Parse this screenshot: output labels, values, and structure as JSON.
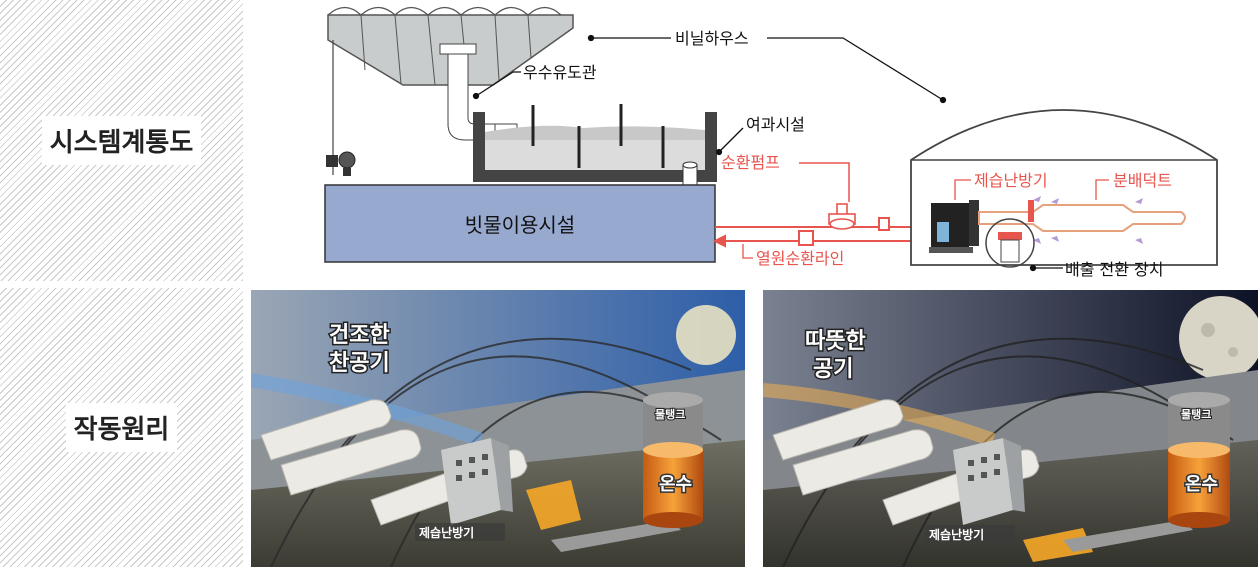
{
  "rows": {
    "system": "시스템계통도",
    "operation": "작동원리"
  },
  "diagram": {
    "vinyl_house": "비닐하우스",
    "rain_guide_pipe": "우수유도관",
    "filtration": "여과시설",
    "rainwater_facility": "빗물이용시설",
    "circulation_pump": "순환펌프",
    "dehumidifier_heater": "제습난방기",
    "distribution_duct": "분배덕트",
    "heat_source_line": "열원순환라인",
    "exhaust_switch": "배출 전환 장치"
  },
  "photos": {
    "day": {
      "air_caption_1": "건조한",
      "air_caption_2": "찬공기",
      "tank": "물탱크",
      "water": "온수",
      "unit": "제습난방기"
    },
    "night": {
      "air_caption_1": "따뜻한",
      "air_caption_2": "공기",
      "tank": "물탱크",
      "water": "온수",
      "unit": "제습난방기"
    }
  },
  "colors": {
    "accent_red": "#e8554e",
    "tank_blue": "#98a9cf",
    "duct_salmon": "#f3b08c"
  }
}
